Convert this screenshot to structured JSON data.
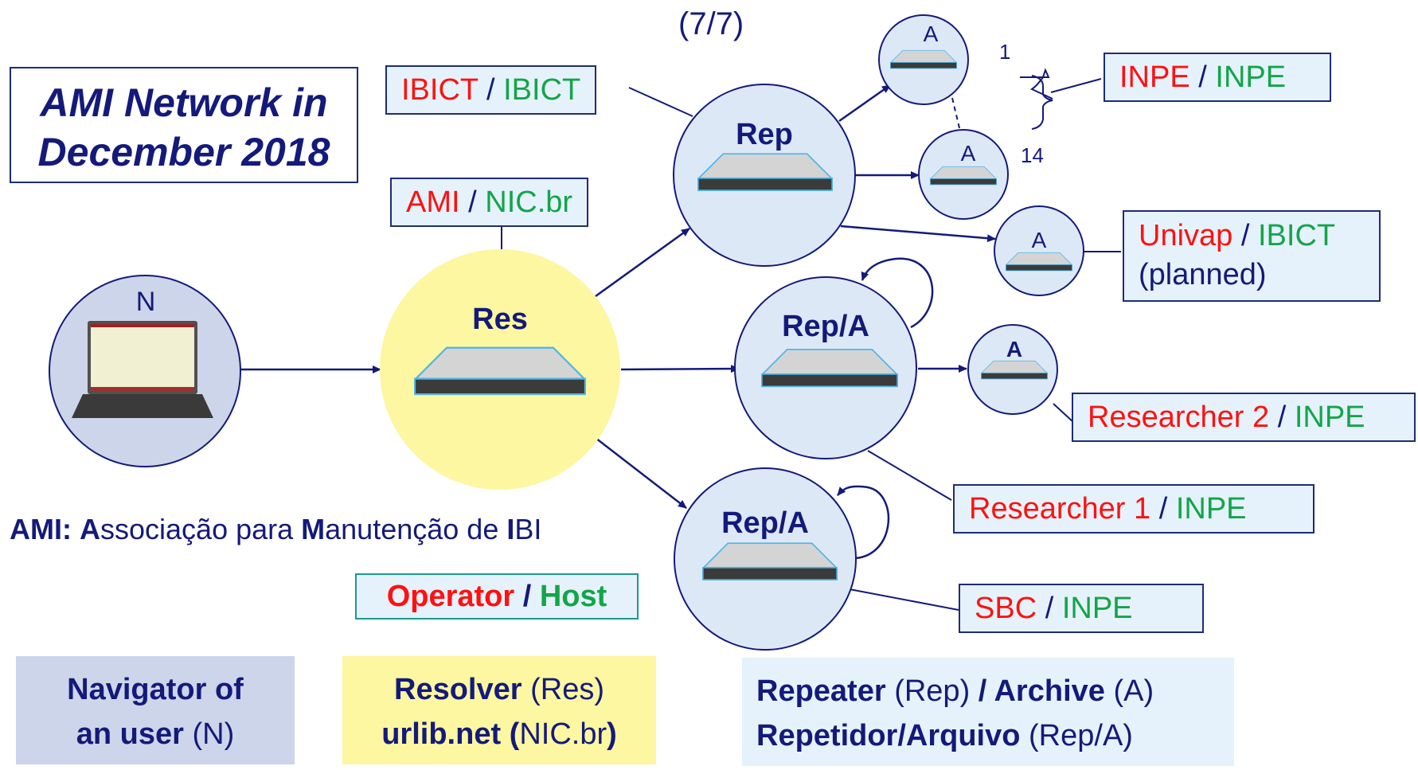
{
  "page_number": "(7/7)",
  "title": {
    "line1": "AMI Network in",
    "line2": "December 2018"
  },
  "nodes": {
    "navigator": "N",
    "resolver": "Res",
    "repeater": "Rep",
    "rep_archive_1": "Rep/A",
    "rep_archive_2": "Rep/A",
    "archive_top": "A",
    "archive_mid": "A",
    "archive_univap": "A",
    "archive_researcher2": "A"
  },
  "range_labels": {
    "first": "1",
    "last": "14"
  },
  "labels": {
    "ibict": {
      "operator": "IBICT",
      "sep": "/",
      "host": "IBICT"
    },
    "ami": {
      "operator": "AMI",
      "sep": "/",
      "host": "NIC.br"
    },
    "inpe": {
      "operator": "INPE",
      "sep": "/",
      "host": "INPE"
    },
    "univap": {
      "operator": "Univap",
      "sep": "/",
      "host": "IBICT",
      "note": "(planned)"
    },
    "researcher2": {
      "operator": "Researcher 2",
      "sep": "/",
      "host": "INPE"
    },
    "researcher1": {
      "operator": "Researcher 1",
      "sep": "/",
      "host": "INPE"
    },
    "sbc": {
      "operator": "SBC",
      "sep": "/",
      "host": "INPE"
    }
  },
  "acronym": {
    "p1": "AMI:",
    "p2": " ",
    "p3": "A",
    "p4": "ssociação para ",
    "p5": "M",
    "p6": "anutenção de ",
    "p7": "I",
    "p8": "BI"
  },
  "legend_operator": {
    "operator": "Operator",
    "sep": " / ",
    "host": "Host"
  },
  "legend_navigator": {
    "bold1": "Navigator of",
    "bold2": "an user",
    "normal2": " (N)"
  },
  "legend_resolver": {
    "bold1": "Resolver",
    "normal1": " (Res)",
    "bold2": "urlib.net (",
    "normal2": "NIC.br",
    "bold3": ")"
  },
  "legend_repeater": {
    "bold1": "Repeater",
    "normal1": " (Rep) ",
    "bold2": "/ Archive",
    "normal2": " (A)",
    "bold3": "Repetidor/Arquivo",
    "normal3": " (Rep/A)"
  },
  "colors": {
    "navy": "#141a7a",
    "operator_red": "#ff1111",
    "host_green": "#13a54a",
    "resolver_yellow": "#fcf7a0",
    "node_fill": "#dde8f7",
    "label_fill": "#e6f2fb",
    "navigator_fill": "#cdd5ea"
  }
}
